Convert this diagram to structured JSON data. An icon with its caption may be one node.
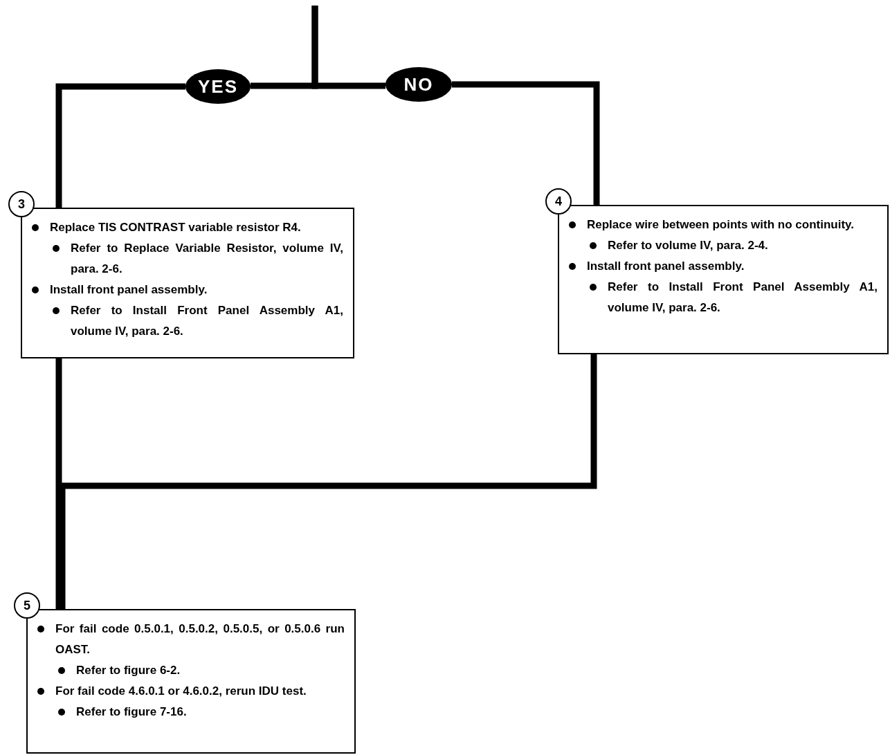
{
  "diagram": {
    "nodes": [
      {
        "text": [
          "YES"
        ]
      },
      {
        "text": [
          "NO"
        ]
      },
      {
        "text": [
          "Replace TIS CONTRAST variable resistor R4.",
          "Refer to Replace Variable Resistor, volume IV, para. 2-6.",
          "Install front panel assembly.",
          "Refer to Install Front Panel Assembly A1, volume IV, para. 2-6."
        ],
        "beside": [
          "3"
        ]
      },
      {
        "text": [
          "Replace wire between points with no continuity.",
          "Refer to volume IV, para. 2-4.",
          "Install front panel assembly.",
          "Refer to Install Front Panel Assembly A1, volume IV, para. 2-6."
        ],
        "beside": [
          "4"
        ]
      },
      {
        "text": [
          "For fail code 0.5.0.1, 0.5.0.2, 0.5.0.5, or 0.5.0.6 run OAST.",
          "Refer to figure 6-2.",
          "For fail code 4.6.0.1 or 4.6.0.2, rerun IDU test.",
          "Refer to figure 7-16."
        ],
        "beside": [
          "5"
        ]
      }
    ],
    "edges": [
      {
        "from": null,
        "to": 0,
        "arrow": "none"
      },
      {
        "from": null,
        "to": 1,
        "arrow": "none"
      },
      {
        "from": 0,
        "to": 2,
        "arrow": "none"
      },
      {
        "from": 1,
        "to": 3,
        "arrow": "none"
      },
      {
        "from": 2,
        "to": 4,
        "arrow": "none"
      },
      {
        "from": 3,
        "to": 4,
        "arrow": "none"
      }
    ]
  }
}
